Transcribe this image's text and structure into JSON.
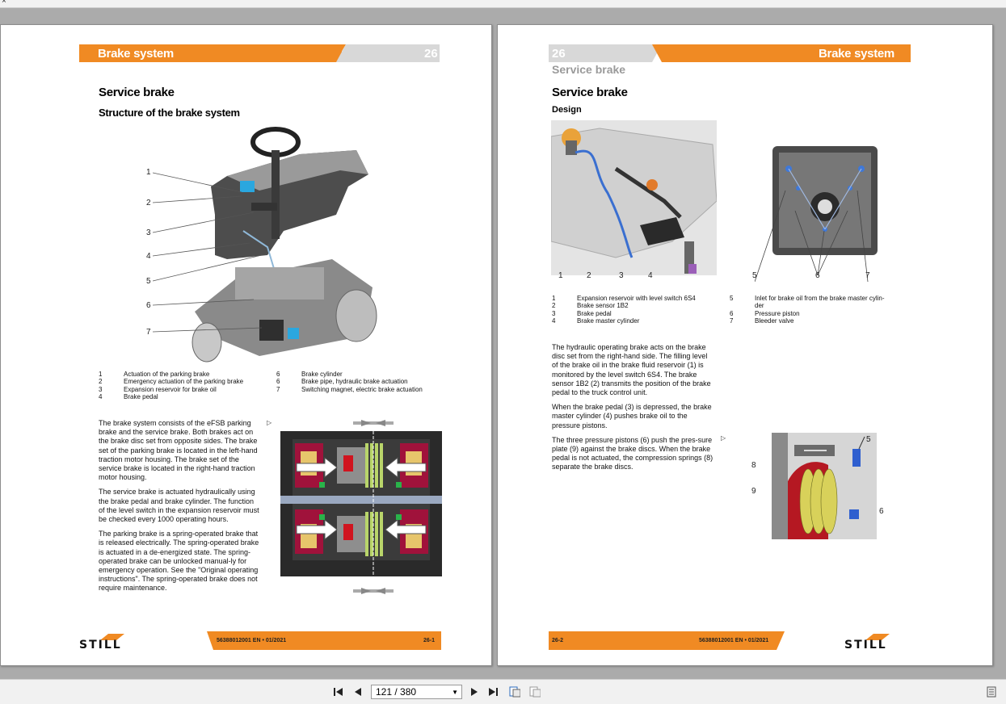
{
  "left_page": {
    "header_title": "Brake system",
    "header_num": "26",
    "heading1": "Service brake",
    "heading2": "Structure of the brake system",
    "fig_numbers": [
      "1",
      "2",
      "3",
      "4",
      "5",
      "6",
      "7"
    ],
    "legend_left": [
      {
        "num": "1",
        "text": "Actuation of the parking brake"
      },
      {
        "num": "2",
        "text": "Emergency actuation of the parking brake"
      },
      {
        "num": "3",
        "text": "Expansion reservoir for brake oil"
      },
      {
        "num": "4",
        "text": "Brake pedal"
      }
    ],
    "legend_right": [
      {
        "num": "6",
        "text": "Brake cylinder"
      },
      {
        "num": "6",
        "text": "Brake pipe, hydraulic brake actuation"
      },
      {
        "num": "7",
        "text": "Switching magnet, electric brake actuation"
      }
    ],
    "paragraphs": [
      "The brake system consists of the eFSB parking brake and the service brake. Both brakes act on the brake disc set from opposite sides. The brake set of the parking brake is located in the left-hand traction motor housing. The brake set of the service brake is located in the right-hand traction motor housing.",
      "The service brake is actuated hydraulically using the brake pedal and brake cylinder. The function of the level switch in the expansion reservoir must be checked every 1000 operating hours.",
      "The parking brake is a spring-operated brake that is released electrically. The spring-operated brake is actuated in a de-energized state. The spring-operated brake can be unlocked manual-ly for emergency operation. See the \"Original operating instructions\". The spring-operated brake does not require maintenance."
    ],
    "arrow_marker": "▷",
    "footer_doc": "56388012001 EN • 01/2021",
    "footer_page": "26-1",
    "logo_text": "STILL"
  },
  "right_page": {
    "header_num": "26",
    "header_title": "Brake system",
    "sub_header": "Service brake",
    "heading1": "Service brake",
    "heading3": "Design",
    "fig1_numbers": [
      "1",
      "2",
      "3",
      "4"
    ],
    "fig2_numbers": [
      "5",
      "6",
      "7"
    ],
    "legend_left": [
      {
        "num": "1",
        "text": "Expansion reservoir with level switch 6S4"
      },
      {
        "num": "2",
        "text": "Brake sensor 1B2"
      },
      {
        "num": "3",
        "text": "Brake pedal"
      },
      {
        "num": "4",
        "text": "Brake master cylinder"
      }
    ],
    "legend_right": [
      {
        "num": "5",
        "text": "Inlet for brake oil from the brake master cylin-"
      },
      {
        "num": "",
        "text": "der"
      },
      {
        "num": "6",
        "text": "Pressure piston"
      },
      {
        "num": "7",
        "text": "Bleeder valve"
      }
    ],
    "paragraphs": [
      "The hydraulic operating brake acts on the brake disc set from the right-hand side. The filling level of the brake oil in the brake fluid reservoir (1) is monitored by the level switch 6S4. The brake sensor 1B2 (2) transmits the position of the brake pedal to the truck control unit.",
      "When the brake pedal (3) is depressed, the brake master cylinder (4) pushes brake oil to the pressure pistons.",
      "The three pressure pistons (6) push the pres-sure plate (9) against the brake discs. When the brake pedal is not actuated, the compression springs (8) separate the brake discs."
    ],
    "arrow_marker": "▷",
    "fig3_numbers": [
      "5",
      "8",
      "9",
      "6"
    ],
    "footer_page": "26-2",
    "footer_doc": "56388012001 EN • 01/2021",
    "logo_text": "STILL"
  },
  "toolbar": {
    "page_indicator": "121 / 380",
    "icons": [
      "first-page-icon",
      "prev-page-icon",
      "next-page-icon",
      "last-page-icon",
      "single-page-view-icon",
      "two-page-view-icon",
      "menu-icon"
    ]
  },
  "colors": {
    "accent": "#f08a23",
    "header_grey": "#d8d8d8",
    "viewer_bg": "#ababab"
  }
}
